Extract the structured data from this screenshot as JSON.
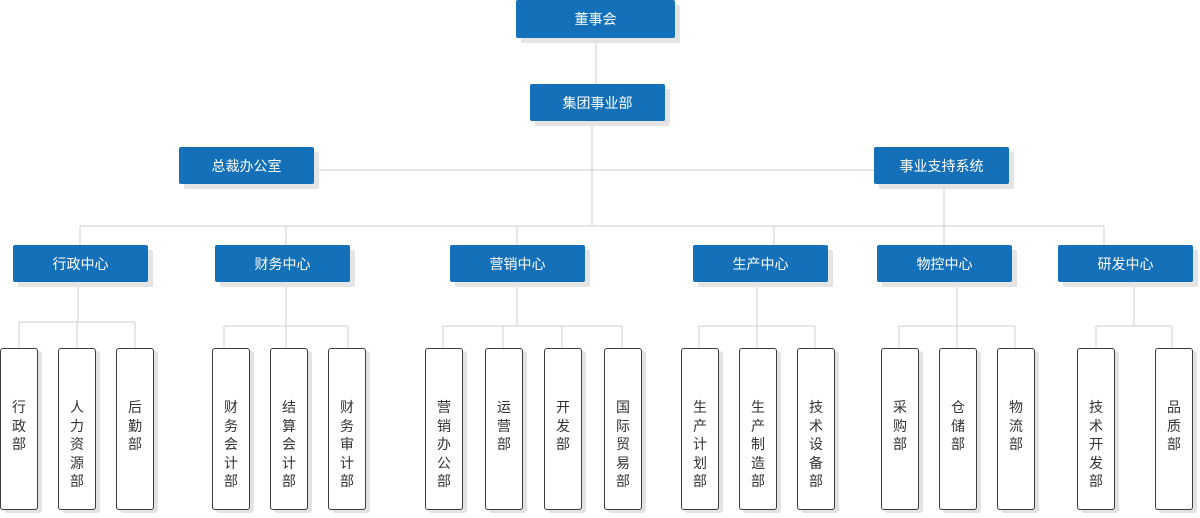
{
  "colors": {
    "box_fill": "#1470b8",
    "box_text": "#ffffff",
    "line": "#cfcfcf",
    "leaf_border": "#3c3c3c"
  },
  "board": "董事会",
  "group": "集团事业部",
  "left_office": "总裁办公室",
  "right_system": "事业支持系统",
  "centers": [
    {
      "name": "行政中心",
      "departments": [
        "行政部",
        "人力资源部",
        "后勤部"
      ]
    },
    {
      "name": "财务中心",
      "departments": [
        "财务会计部",
        "结算会计部",
        "财务审计部"
      ]
    },
    {
      "name": "营销中心",
      "departments": [
        "营销办公部",
        "运营部",
        "开发部",
        "国际贸易部"
      ]
    },
    {
      "name": "生产中心",
      "departments": [
        "生产计划部",
        "生产制造部",
        "技术设备部"
      ]
    },
    {
      "name": "物控中心",
      "departments": [
        "采购部",
        "仓储部",
        "物流部"
      ]
    },
    {
      "name": "研发中心",
      "departments": [
        "技术开发部",
        "品质部"
      ]
    }
  ]
}
